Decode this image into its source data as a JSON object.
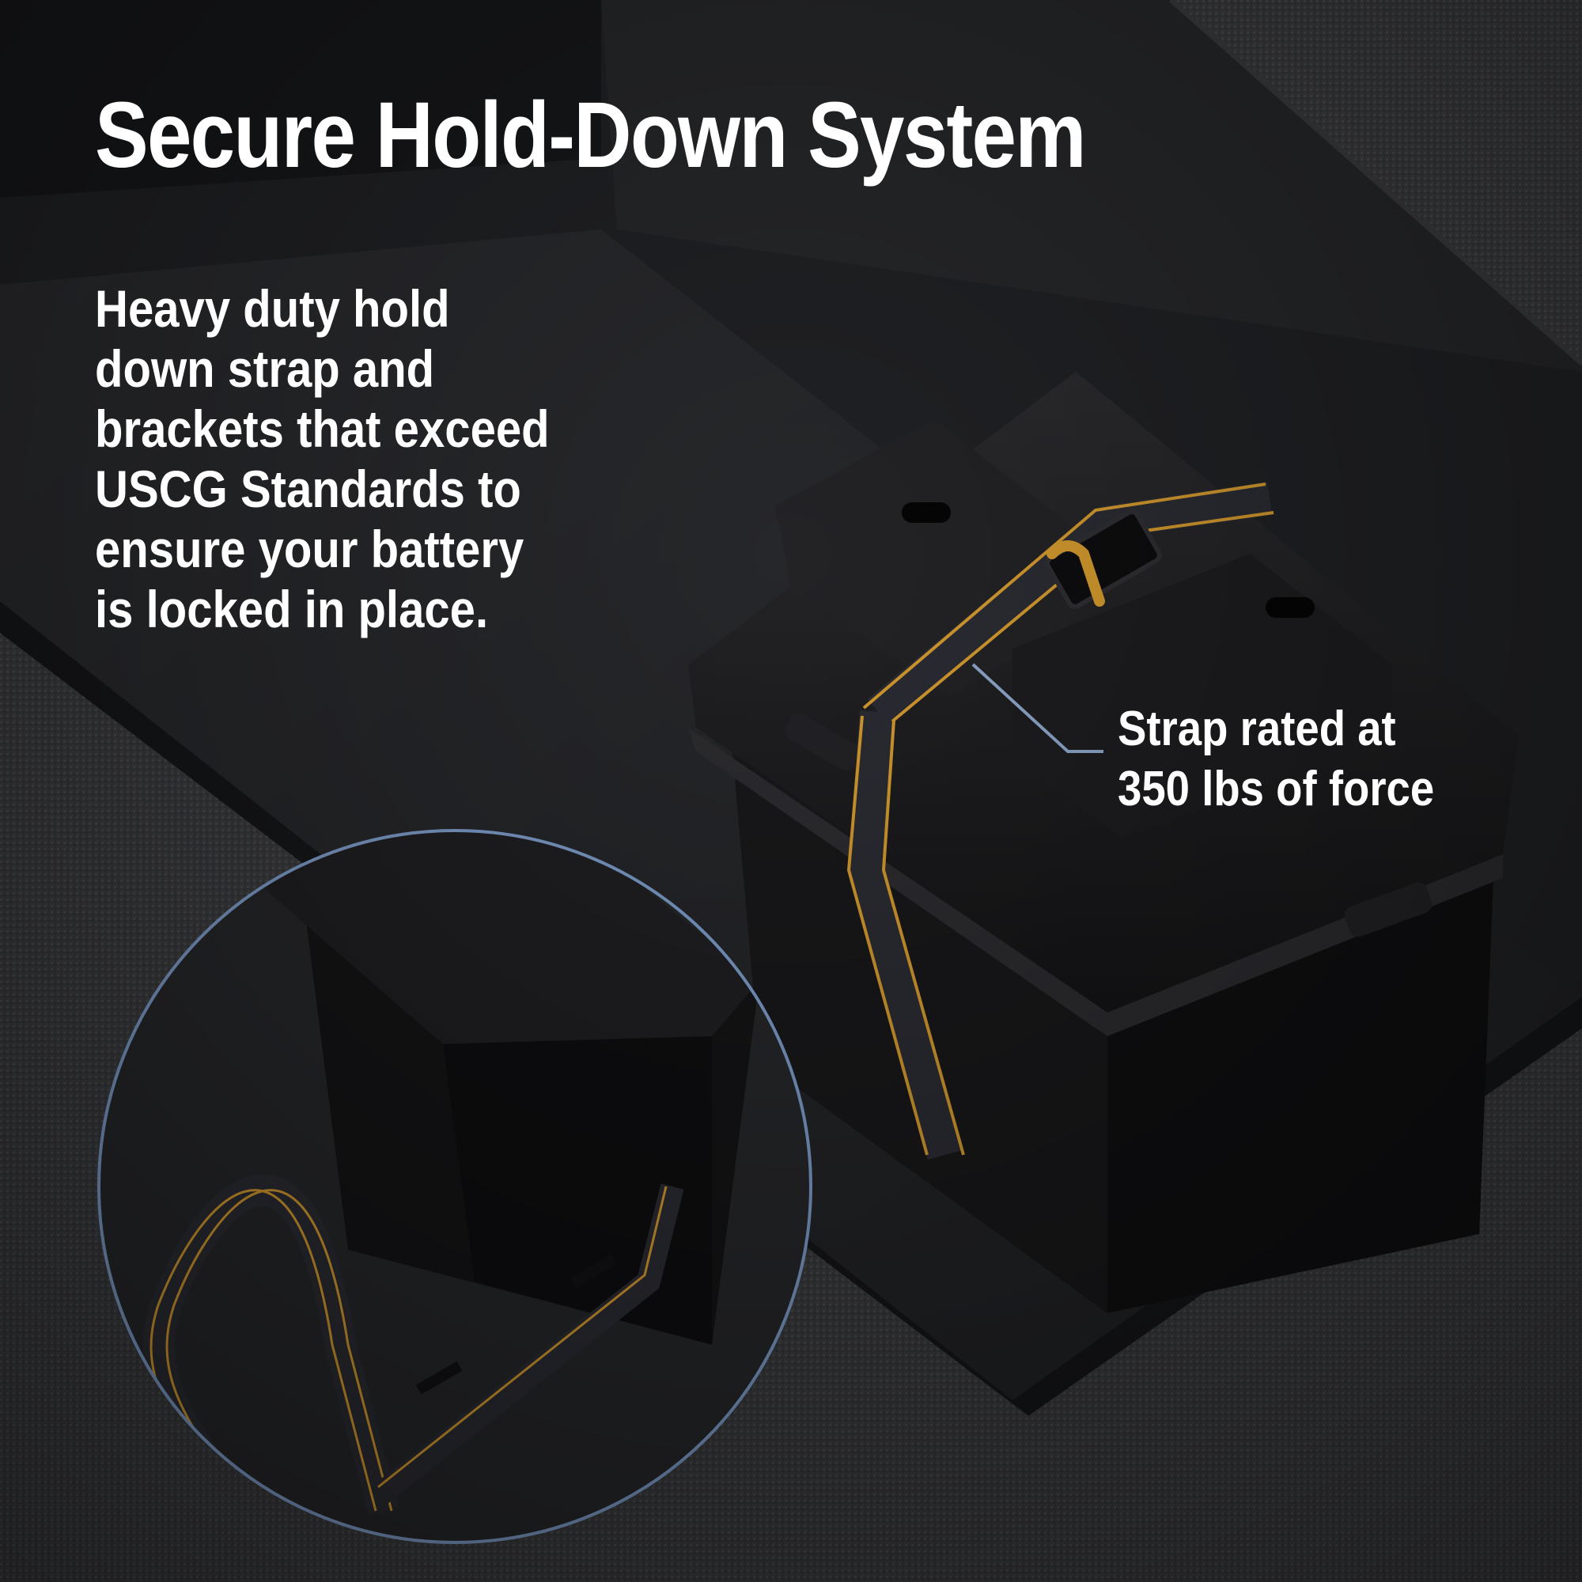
{
  "headline": "Secure Hold-Down System",
  "body_lines": [
    "Heavy duty hold",
    "down strap and",
    "brackets that exceed",
    "USCG Standards to",
    "ensure your battery",
    "is locked in place."
  ],
  "callout_lines": [
    "Strap rated at",
    "350 lbs of force"
  ],
  "colors": {
    "text": "#ffffff",
    "strap_stripe": "#d49a2e",
    "inset_border": "#7d9cc9",
    "callout_line": "#8fa8cc"
  }
}
